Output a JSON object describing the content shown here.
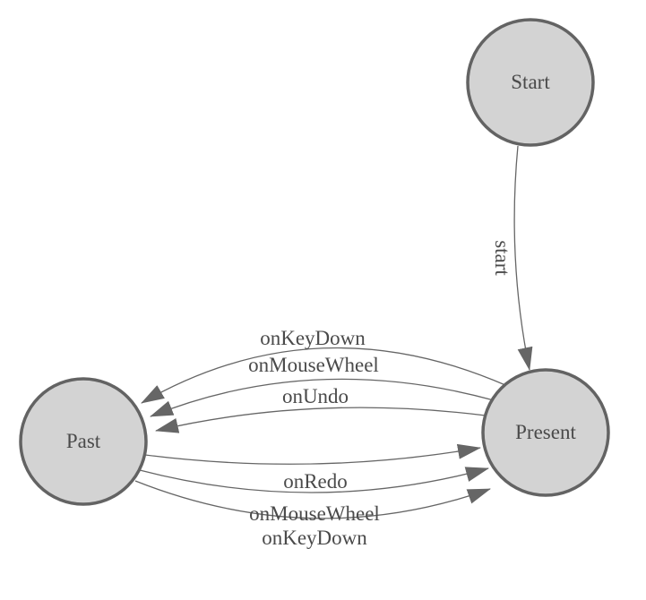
{
  "diagram": {
    "type": "state-machine",
    "colors": {
      "background": "#ffffff",
      "node_fill": "#d3d3d3",
      "node_border": "#636363",
      "edge_stroke": "#666666",
      "arrowhead_fill": "#666666",
      "label_text": "#4a4a4a"
    },
    "nodes": {
      "start": {
        "label": "Start"
      },
      "past": {
        "label": "Past"
      },
      "present": {
        "label": "Present"
      }
    },
    "edges": {
      "start_to_present": {
        "label": "start"
      },
      "present_to_past": {
        "labels": [
          "onKeyDown",
          "onMouseWheel",
          "onUndo"
        ]
      },
      "past_to_present": {
        "labels": [
          "onRedo",
          "onMouseWheel",
          "onKeyDown"
        ]
      }
    }
  }
}
